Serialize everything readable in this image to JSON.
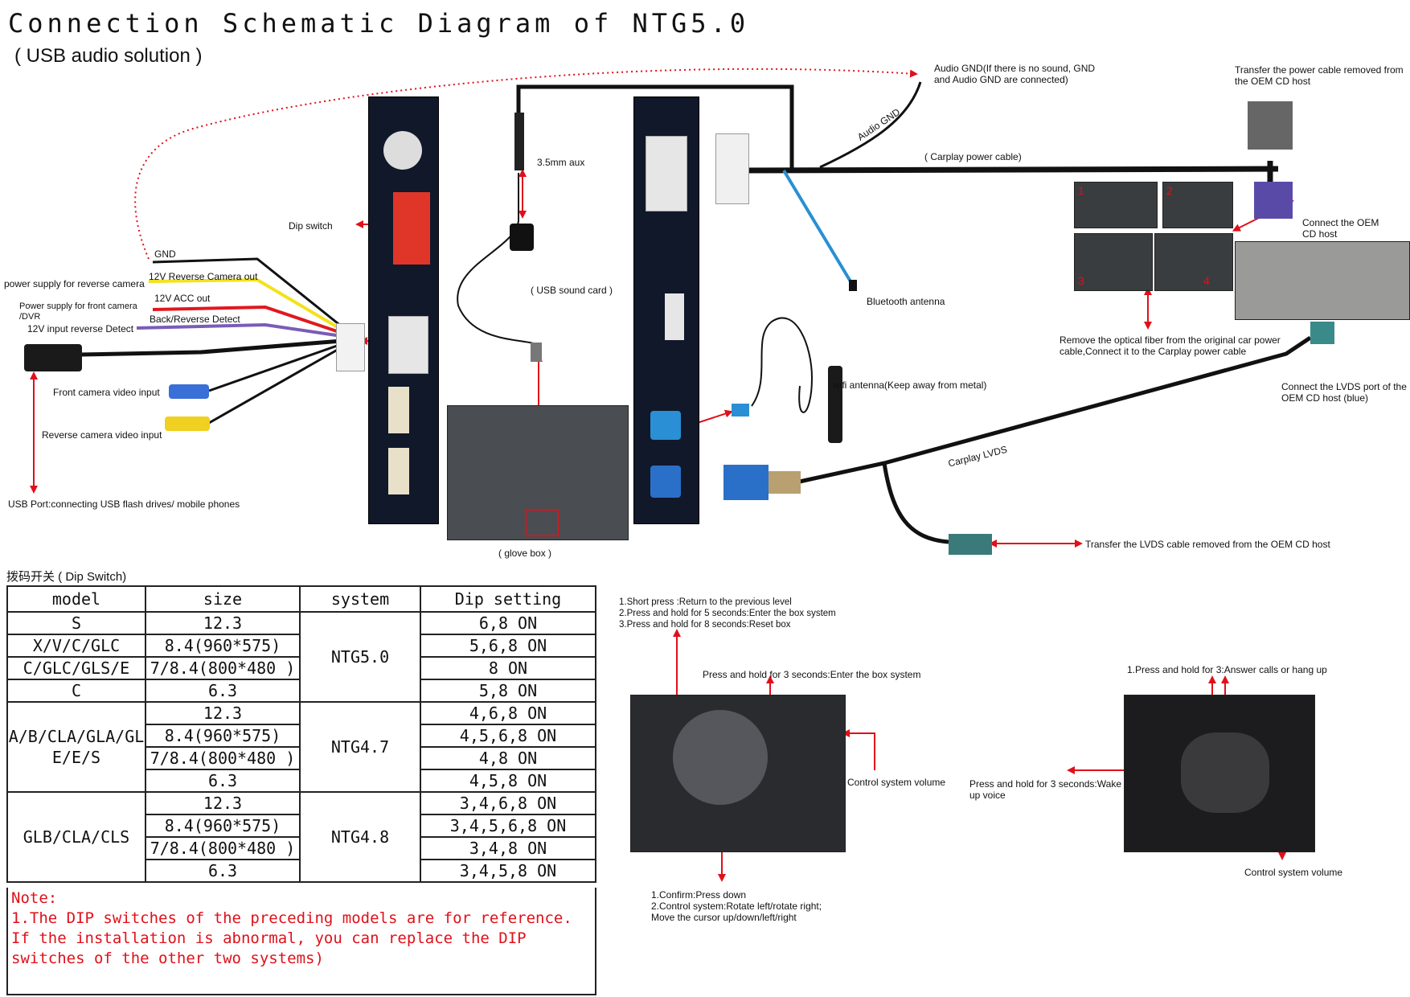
{
  "title": "Connection Schematic Diagram of NTG5.0",
  "subtitle": "( USB audio solution )",
  "labels": {
    "gnd": "GND",
    "power_reverse": "power supply for reverse camera",
    "reverse_out": "12V Reverse Camera out",
    "power_front": "Power supply for front camera\n/DVR",
    "acc_out": "12V ACC out",
    "input_reverse": "12V  input reverse Detect",
    "back_reverse": "Back/Reverse Detect",
    "front_video": "Front camera video input",
    "reverse_video": "Reverse camera video input",
    "usb_port": "USB Port:connecting  USB flash drives/ mobile phones",
    "dip_switch": "Dip switch",
    "aux": "3.5mm  aux",
    "usb_sound_card": "( USB sound card )",
    "glove_box": "( glove box )",
    "audio_gnd_note": "Audio  GND(If there is no sound, GND\n and Audio GND are connected)",
    "audio_gnd": "Audio GND",
    "carplay_power": "( Carplay power cable)",
    "bluetooth": "Bluetooth antenna",
    "wifi": "wifi antenna(Keep away from metal)",
    "transfer_power": "Transfer the power cable removed from\nthe OEM CD host",
    "connect_oem": "Connect the OEM\nCD host",
    "remove_fiber": "Remove the optical fiber from the original car power\ncable,Connect it to the Carplay power cable",
    "connect_lvds": "Connect the LVDS port of the\nOEM CD host (blue)",
    "carplay_lvds": "Carplay LVDS",
    "transfer_lvds": "Transfer the LVDS cable removed from the OEM CD  host",
    "dip_header": "拨码开关 ( Dip Switch)",
    "knob_notes": "1.Short press :Return to the previous level\n2.Press and hold for 5 seconds:Enter the box system\n3.Press and hold for 8 seconds:Reset box",
    "star_note": "Press and hold for 3 seconds:Enter the box system",
    "control_volume": "Control system volume",
    "confirm_notes": "1.Confirm:Press down\n2.Control system:Rotate left/rotate right;\nMove the cursor up/down/left/right",
    "answer_calls": "1.Press and hold for 3:Answer calls or hang up",
    "wake_voice": "Press and hold for 3 seconds:Wake\nup voice",
    "control_volume2": "Control system volume",
    "photo_nums": [
      "1",
      "2",
      "3",
      "4"
    ]
  },
  "table": {
    "headers": [
      "model",
      "size",
      "system",
      "Dip setting"
    ],
    "groups": [
      {
        "model": "S",
        "system": "NTG5.0",
        "rows": [
          [
            "S",
            "12.3",
            "6,8 ON"
          ]
        ]
      },
      {
        "model": "",
        "system": "",
        "rows": [
          [
            "X/V/C/GLC",
            "8.4(960*575)",
            "5,6,8 ON"
          ]
        ]
      },
      {
        "model": "",
        "system": "",
        "rows": [
          [
            "C/GLC/GLS/E",
            "7/8.4(800*480 )",
            "8 ON"
          ]
        ]
      },
      {
        "model": "",
        "system": "",
        "rows": [
          [
            "C",
            "6.3",
            "5,8 ON"
          ]
        ]
      }
    ],
    "ntg50": {
      "system": "NTG5.0",
      "rows": [
        [
          "S",
          "12.3",
          "6,8 ON"
        ],
        [
          "X/V/C/GLC",
          "8.4(960*575)",
          "5,6,8 ON"
        ],
        [
          "C/GLC/GLS/E",
          "7/8.4(800*480 )",
          "8 ON"
        ],
        [
          "C",
          "6.3",
          "5,8 ON"
        ]
      ]
    },
    "ntg47": {
      "model": "A/B/CLA/GLA/GL\nE/E/S",
      "system": "NTG4.7",
      "sizes": [
        "12.3",
        "8.4(960*575)",
        "7/8.4(800*480 )",
        "6.3"
      ],
      "dips": [
        "4,6,8 ON",
        "4,5,6,8 ON",
        "4,8 ON",
        "4,5,8 ON"
      ]
    },
    "ntg48": {
      "model": "GLB/CLA/CLS",
      "system": "NTG4.8",
      "sizes": [
        "12.3",
        "8.4(960*575)",
        "7/8.4(800*480 )",
        "6.3"
      ],
      "dips": [
        "3,4,6,8 ON",
        "3,4,5,6,8 ON",
        "3,4,8 ON",
        "3,4,5,8 ON"
      ]
    }
  },
  "note": {
    "title": "Note:",
    "text": "1.The DIP switches of the preceding models are for reference. If the installation is abnormal, you can replace the DIP switches of the other two systems)"
  },
  "colors": {
    "accent_red": "#e0101a",
    "box": "#10182a",
    "wire_black": "#111111",
    "bluetooth_blue": "#2a8fd4"
  }
}
